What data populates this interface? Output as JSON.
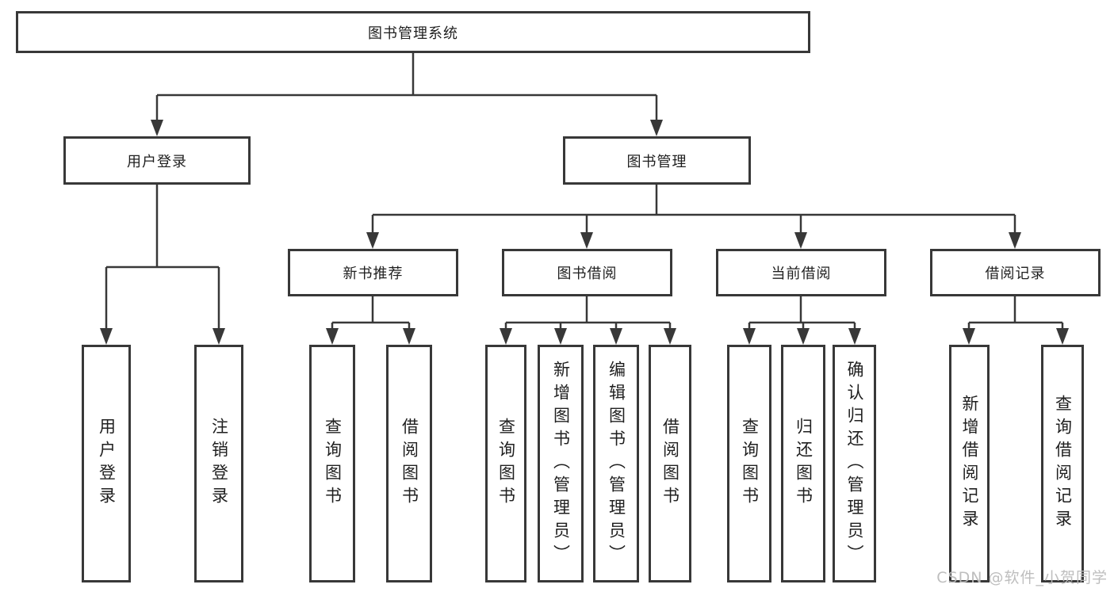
{
  "page": {
    "watermark": "CSDN @软件_小贺同学"
  },
  "colors": {
    "line": "#383838",
    "box_border": "#383838",
    "box_background": "#ffffff",
    "text": "#1f1f1f",
    "watermark": "#bbbbbb"
  },
  "tree": {
    "root": {
      "label": "图书管理系统"
    },
    "level2": [
      {
        "label": "用户登录",
        "parent": "图书管理系统"
      },
      {
        "label": "图书管理",
        "parent": "图书管理系统"
      }
    ],
    "level3": [
      {
        "label": "新书推荐",
        "parent": "图书管理"
      },
      {
        "label": "图书借阅",
        "parent": "图书管理"
      },
      {
        "label": "当前借阅",
        "parent": "图书管理"
      },
      {
        "label": "借阅记录",
        "parent": "图书管理"
      }
    ],
    "leaves": [
      {
        "label": "用户登录",
        "parent": "用户登录"
      },
      {
        "label": "注销登录",
        "parent": "用户登录"
      },
      {
        "label": "查询图书",
        "parent": "新书推荐"
      },
      {
        "label": "借阅图书",
        "parent": "新书推荐"
      },
      {
        "label": "查询图书",
        "parent": "图书借阅"
      },
      {
        "label": "新增图书（管理员）",
        "parent": "图书借阅"
      },
      {
        "label": "编辑图书（管理员）",
        "parent": "图书借阅"
      },
      {
        "label": "借阅图书",
        "parent": "图书借阅"
      },
      {
        "label": "查询图书",
        "parent": "当前借阅"
      },
      {
        "label": "归还图书",
        "parent": "当前借阅"
      },
      {
        "label": "确认归还（管理员）",
        "parent": "当前借阅"
      },
      {
        "label": "新增借阅记录",
        "parent": "借阅记录"
      },
      {
        "label": "查询借阅记录",
        "parent": "借阅记录"
      }
    ]
  }
}
